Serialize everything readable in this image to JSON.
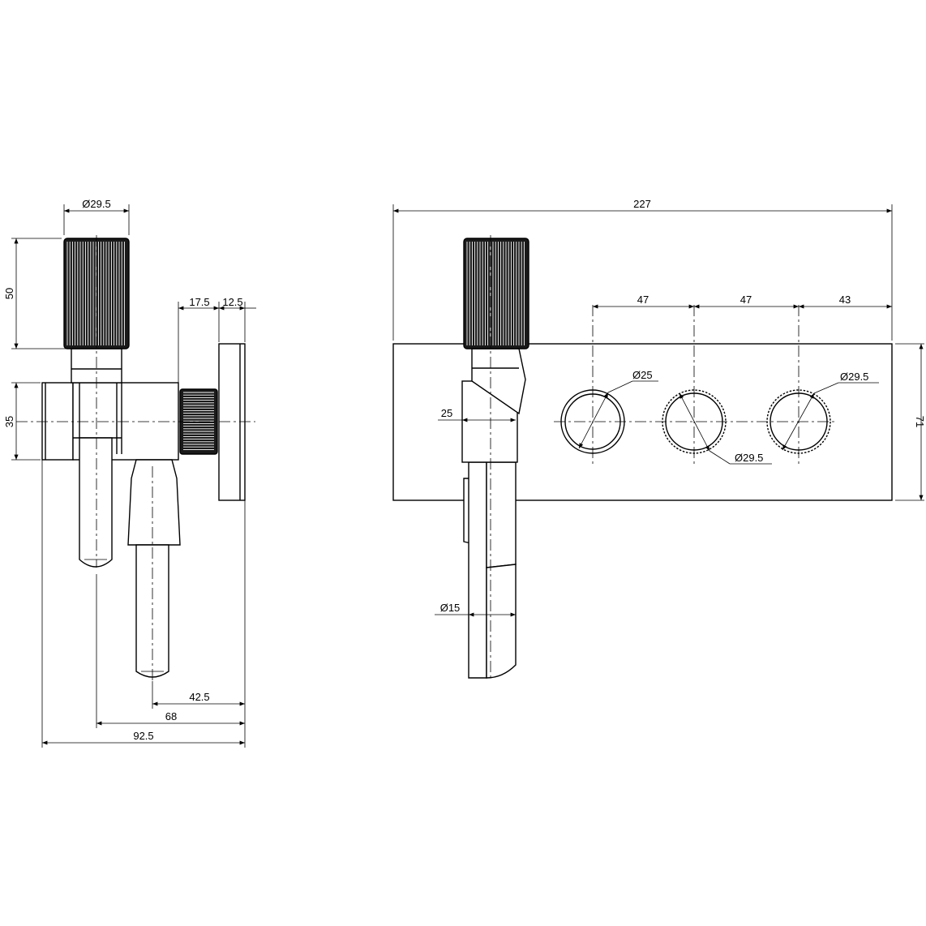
{
  "side_view": {
    "dims": {
      "knob_diameter": "Ø29.5",
      "knob_height": "50",
      "body_height": "35",
      "offset_a": "17.5",
      "offset_b": "12.5",
      "outlet_a": "42.5",
      "outlet_b": "68",
      "total_depth": "92.5"
    }
  },
  "front_view": {
    "dims": {
      "plate_width": "227",
      "spacing_1": "47",
      "spacing_2": "47",
      "spacing_3": "43",
      "plate_height": "71",
      "valve_width": "25",
      "ring_diameter": "Ø25",
      "knob_diameter_mid": "Ø29.5",
      "knob_diameter_right": "Ø29.5",
      "hose_diameter": "Ø15"
    }
  },
  "colors": {
    "ink": "#000000",
    "paper": "#ffffff"
  }
}
